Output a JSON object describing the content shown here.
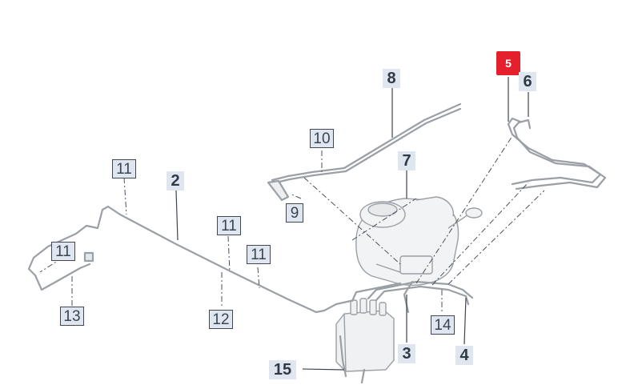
{
  "labels": {
    "l2": "2",
    "l3": "3",
    "l4": "4",
    "l5": "5",
    "l6": "6",
    "l7": "7",
    "l8": "8",
    "l9": "9",
    "l10": "10",
    "l11a": "11",
    "l11b": "11",
    "l11c": "11",
    "l11d": "11",
    "l12": "12",
    "l13": "13",
    "l14": "14",
    "l15": "15"
  },
  "colors": {
    "line": "#8d949c",
    "pipe": "#9aa0a6",
    "label_bg": "#dfe6ef",
    "highlight": "#e3202b"
  }
}
